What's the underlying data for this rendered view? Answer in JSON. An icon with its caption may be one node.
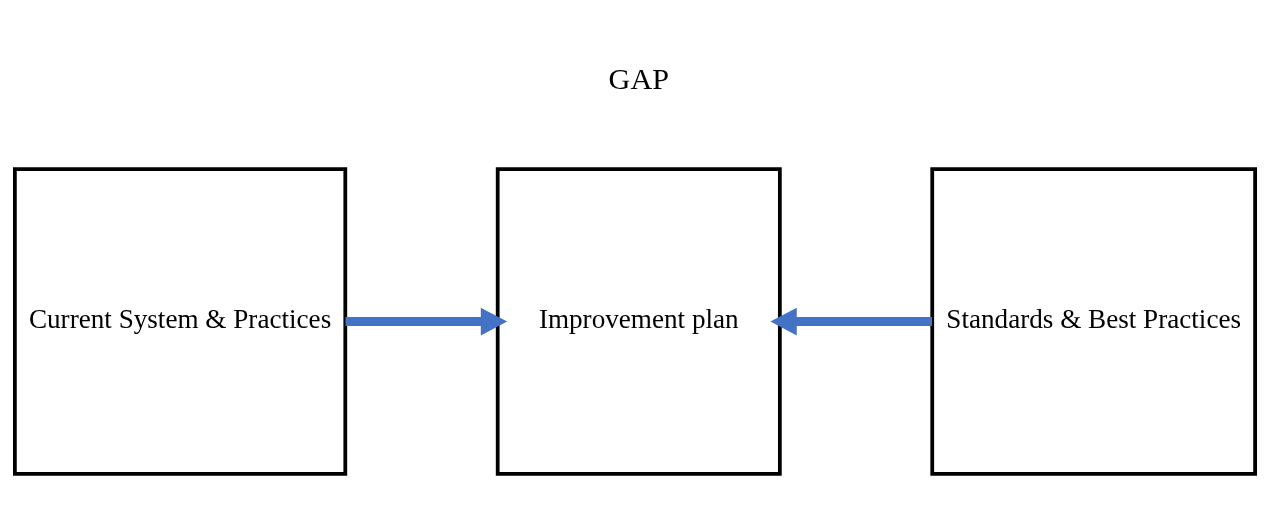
{
  "diagram": {
    "nodes": [
      {
        "text": [
          "Current System & Practices"
        ]
      },
      {
        "text": [
          "Improvement plan"
        ]
      },
      {
        "text": [
          "Standards & Best Practices"
        ]
      }
    ],
    "edges": [
      {
        "from": 0,
        "to": 1,
        "arrow": "to"
      },
      {
        "from": 2,
        "to": 1,
        "arrow": "to"
      }
    ],
    "labels": [
      "GAP"
    ]
  }
}
